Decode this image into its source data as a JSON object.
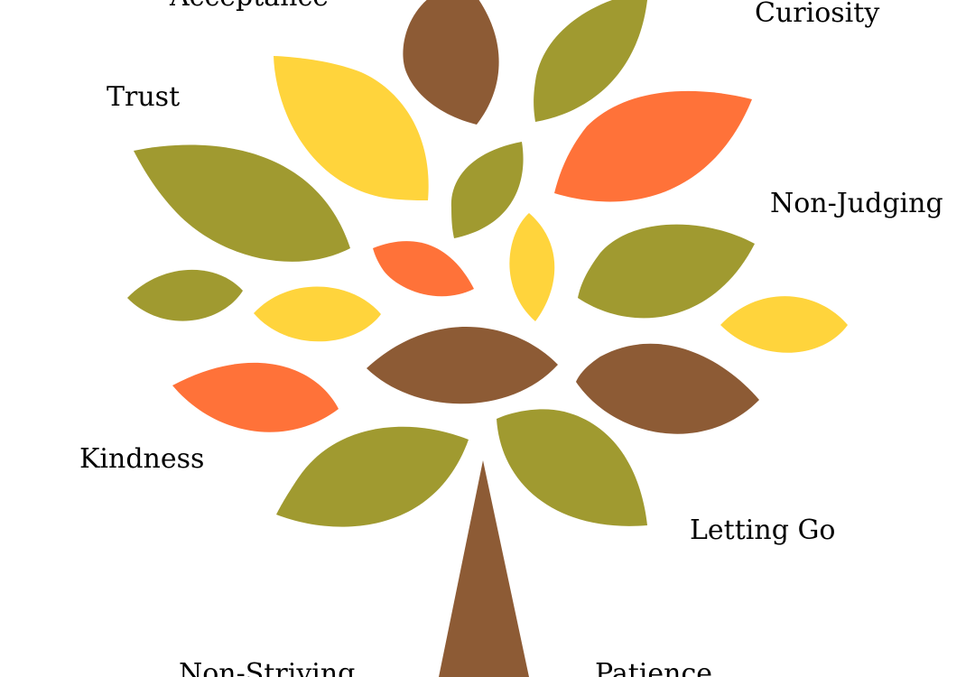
{
  "colors": {
    "brown": "#8D5B35",
    "olive": "#A09A30",
    "yellow": "#FFD43C",
    "orange": "#FF7239",
    "text": "#000000",
    "background": "#FFFFFF"
  },
  "labels": {
    "acceptance": "Acceptance",
    "curiosity": "Curiosity",
    "trust": "Trust",
    "non_judging": "Non-Judging",
    "kindness": "Kindness",
    "letting_go": "Letting Go",
    "non_striving": "Non-Striving",
    "patience": "Patience"
  },
  "leaves": [
    {
      "name": "top-center",
      "color": "brown"
    },
    {
      "name": "top-right",
      "color": "olive"
    },
    {
      "name": "upper-left-large",
      "color": "yellow"
    },
    {
      "name": "upper-right-large",
      "color": "orange"
    },
    {
      "name": "center-small",
      "color": "olive"
    },
    {
      "name": "left-large",
      "color": "olive"
    },
    {
      "name": "center-orange-small",
      "color": "orange"
    },
    {
      "name": "center-yellow-tall",
      "color": "yellow"
    },
    {
      "name": "right-middle",
      "color": "olive"
    },
    {
      "name": "far-left-small",
      "color": "olive"
    },
    {
      "name": "left-yellow",
      "color": "yellow"
    },
    {
      "name": "far-right-yellow",
      "color": "yellow"
    },
    {
      "name": "center-brown",
      "color": "brown"
    },
    {
      "name": "right-brown",
      "color": "brown"
    },
    {
      "name": "left-orange",
      "color": "orange"
    },
    {
      "name": "bottom-left",
      "color": "olive"
    },
    {
      "name": "bottom-right",
      "color": "olive"
    }
  ]
}
